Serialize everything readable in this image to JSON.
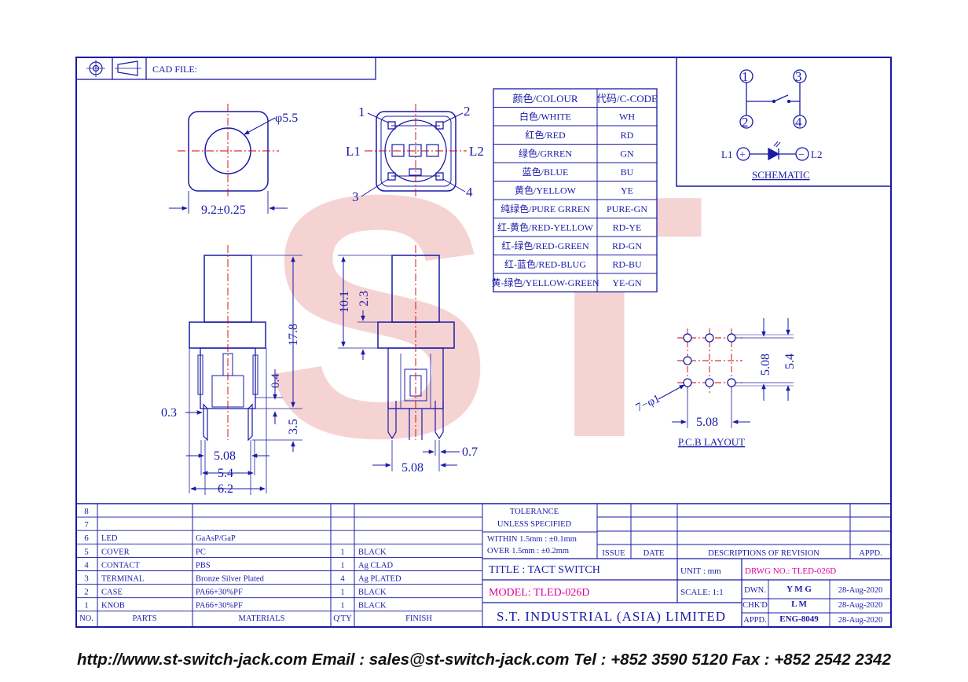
{
  "header": {
    "cad_file_label": "CAD FILE:"
  },
  "colour_table": {
    "header": [
      "颜色/COLOUR",
      "代码/C-CODE"
    ],
    "rows": [
      [
        "白色/WHITE",
        "WH"
      ],
      [
        "红色/RED",
        "RD"
      ],
      [
        "绿色/GRREN",
        "GN"
      ],
      [
        "蓝色/BLUE",
        "BU"
      ],
      [
        "黄色/YELLOW",
        "YE"
      ],
      [
        "纯绿色/PURE GRREN",
        "PURE-GN"
      ],
      [
        "红-黄色/RED-YELLOW",
        "RD-YE"
      ],
      [
        "红-绿色/RED-GREEN",
        "RD-GN"
      ],
      [
        "红-蓝色/RED-BLUG",
        "RD-BU"
      ],
      [
        "黄-绿色/YELLOW-GREEN",
        "YE-GN"
      ]
    ]
  },
  "schematic": {
    "pins": [
      "1",
      "2",
      "3",
      "4"
    ],
    "l1": "L1",
    "l2": "L2",
    "plus": "+",
    "minus": "−",
    "label": "SCHEMATIC"
  },
  "top_view": {
    "diameter": "φ5.5",
    "width": "9.2±0.25"
  },
  "pin_view": {
    "pins": [
      "1",
      "2",
      "3",
      "4"
    ],
    "l1": "L1",
    "l2": "L2"
  },
  "side_view_left": {
    "height": "17.8",
    "d1": "0.4",
    "d2": "3.5",
    "d3": "0.3",
    "w1": "5.08",
    "w2": "5.4",
    "w3": "6.2"
  },
  "side_view_right": {
    "d1": "10.1",
    "d2": "2.3",
    "w1": "5.08",
    "w2": "0.7"
  },
  "pcb_layout": {
    "h1": "5.08",
    "h2": "5.4",
    "w": "5.08",
    "holes": "7−φ1",
    "label": "P.C.B LAYOUT"
  },
  "watermark": "ST",
  "title_block": {
    "tolerance_lines": [
      "TOLERANCE",
      "UNLESS  SPECIFIED",
      "WITHIN  1.5mm : ±0.1mm",
      "OVER   1.5mm : ±0.2mm"
    ],
    "revision_headers": [
      "ISSUE",
      "DATE",
      "DESCRIPTIONS  OF  REVISION",
      "APPD."
    ],
    "title": "TITLE : TACT SWITCH",
    "model": "MODEL: TLED-026D",
    "unit": "UNIT :   mm",
    "scale": "SCALE:  1:1",
    "drawing_no": "DRWG NO.: TLED-026D",
    "company": "S.T.  INDUSTRIAL  (ASIA)  LIMITED",
    "sign_labels": [
      "DWN.",
      "CHK'D",
      "APPD."
    ],
    "sign_names": [
      "Y M G",
      "L M",
      "ENG-8049"
    ],
    "sign_dates": [
      "28-Aug-2020",
      "28-Aug-2020",
      "28-Aug-2020"
    ]
  },
  "parts_table": {
    "headers": [
      "NO.",
      "PARTS",
      "MATERIALS",
      "Q'TY",
      "FINISH"
    ],
    "rows": [
      [
        "8",
        "",
        "",
        "",
        ""
      ],
      [
        "7",
        "",
        "",
        "",
        ""
      ],
      [
        "6",
        "LED",
        "GaAsP/GaP",
        "",
        ""
      ],
      [
        "5",
        "COVER",
        "PC",
        "1",
        "BLACK"
      ],
      [
        "4",
        "CONTACT",
        "PBS",
        "1",
        "Ag CLAD"
      ],
      [
        "3",
        "TERMINAL",
        "Bronze Silver Plated",
        "4",
        "Ag PLATED"
      ],
      [
        "2",
        "CASE",
        "PA66+30%PF",
        "1",
        "BLACK"
      ],
      [
        "1",
        "KNOB",
        "PA66+30%PF",
        "1",
        "BLACK"
      ]
    ]
  },
  "footer": "http://www.st-switch-jack.com  Email : sales@st-switch-jack.com  Tel : +852 3590 5120  Fax : +852 2542 2342",
  "colors": {
    "frame": "#1a1aa8",
    "dimension": "#cc0000",
    "watermark": "#f2c4c4",
    "magenta": "#e0009a"
  }
}
